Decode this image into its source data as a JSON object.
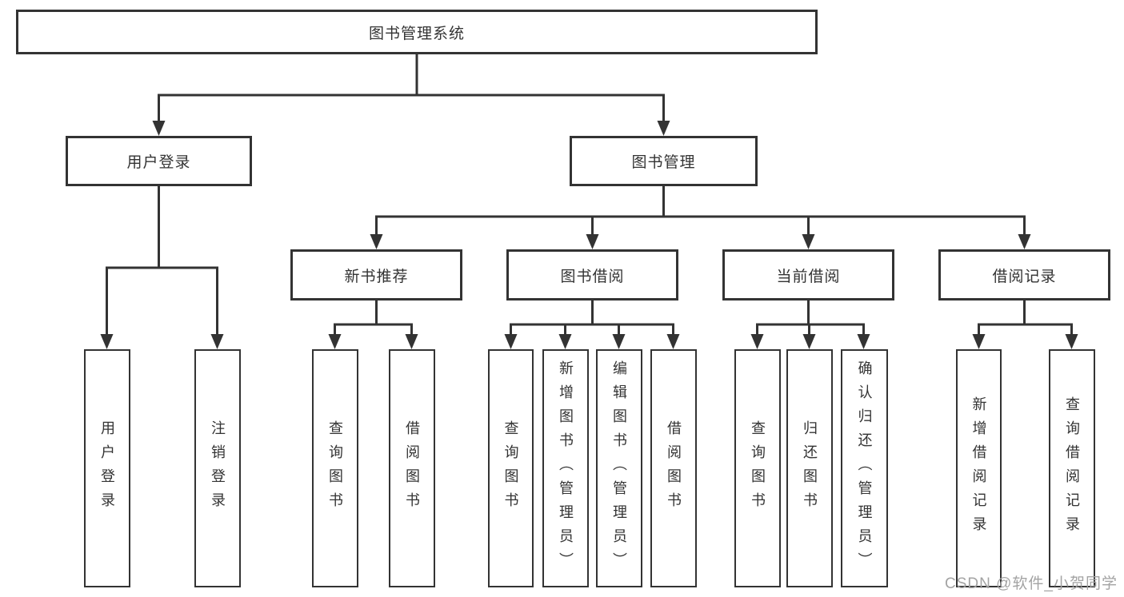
{
  "diagram": {
    "title": "图书管理系统",
    "type": "hierarchy-tree",
    "colors": {
      "line": "#333333",
      "box_border": "#333333",
      "text": "#333333",
      "background": "#ffffff",
      "watermark_text": "#a3a3a3"
    },
    "root": {
      "label": "图书管理系统"
    },
    "level2": {
      "user_login": "用户登录",
      "book_management": "图书管理"
    },
    "level3": {
      "new_books": "新书推荐",
      "book_borrow": "图书借阅",
      "current_borrow": "当前借阅",
      "borrow_records": "借阅记录"
    },
    "leaves": {
      "user_login": [
        "用户登录",
        "注销登录"
      ],
      "new_books": [
        "查询图书",
        "借阅图书"
      ],
      "book_borrow": [
        "查询图书",
        "新增图书（管理员）",
        "编辑图书（管理员）",
        "借阅图书"
      ],
      "current_borrow": [
        "查询图书",
        "归还图书",
        "确认归还（管理员）"
      ],
      "borrow_records": [
        "新增借阅记录",
        "查询借阅记录"
      ]
    },
    "watermark": "CSDN @软件_小贺同学"
  }
}
